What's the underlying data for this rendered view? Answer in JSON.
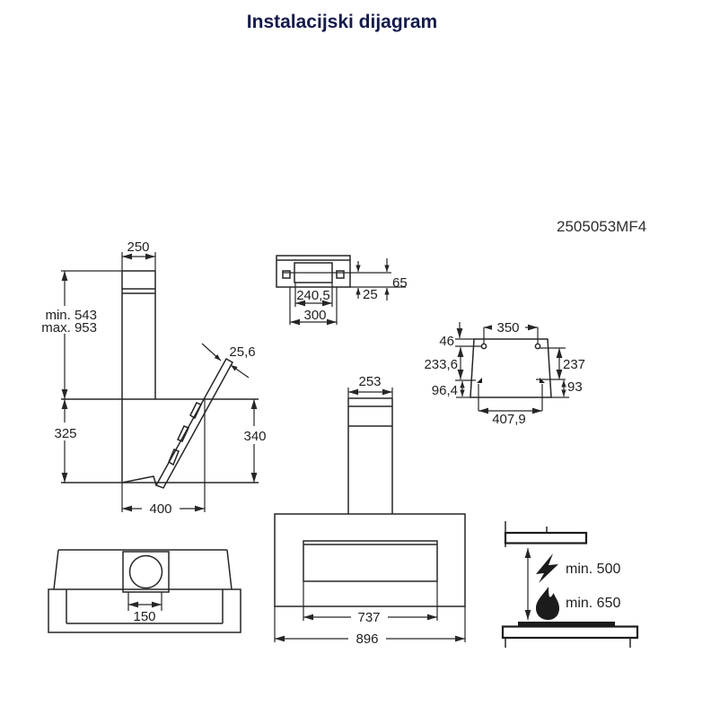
{
  "title": "Instalacijski dijagram",
  "model_number": "2505053MF4",
  "colors": {
    "title_navy": "#141b4b",
    "line_dark": "#262626"
  },
  "side_view": {
    "chimney_width": "250",
    "height_min": "min. 543",
    "height_max": "max. 953",
    "body_height": "325",
    "panel_thickness": "25,6",
    "panel_height": "340",
    "depth": "400"
  },
  "bracket_view": {
    "inner_width": "240,5",
    "outer_width": "300",
    "lip_depth": "25",
    "total_depth": "65"
  },
  "mounting_plate": {
    "top_hole_spacing": "350",
    "top_offset": "46",
    "left_height": "233,6",
    "right_height": "237",
    "bottom_left_offset": "96,4",
    "bottom_right_offset": "93",
    "bottom_hole_spacing": "407,9"
  },
  "front_view": {
    "chimney_width": "253",
    "glass_width": "737",
    "total_width": "896"
  },
  "duct_view": {
    "duct_diameter": "150"
  },
  "clearance_view": {
    "electric_min_height": "min. 500",
    "gas_min_height": "min. 650"
  }
}
